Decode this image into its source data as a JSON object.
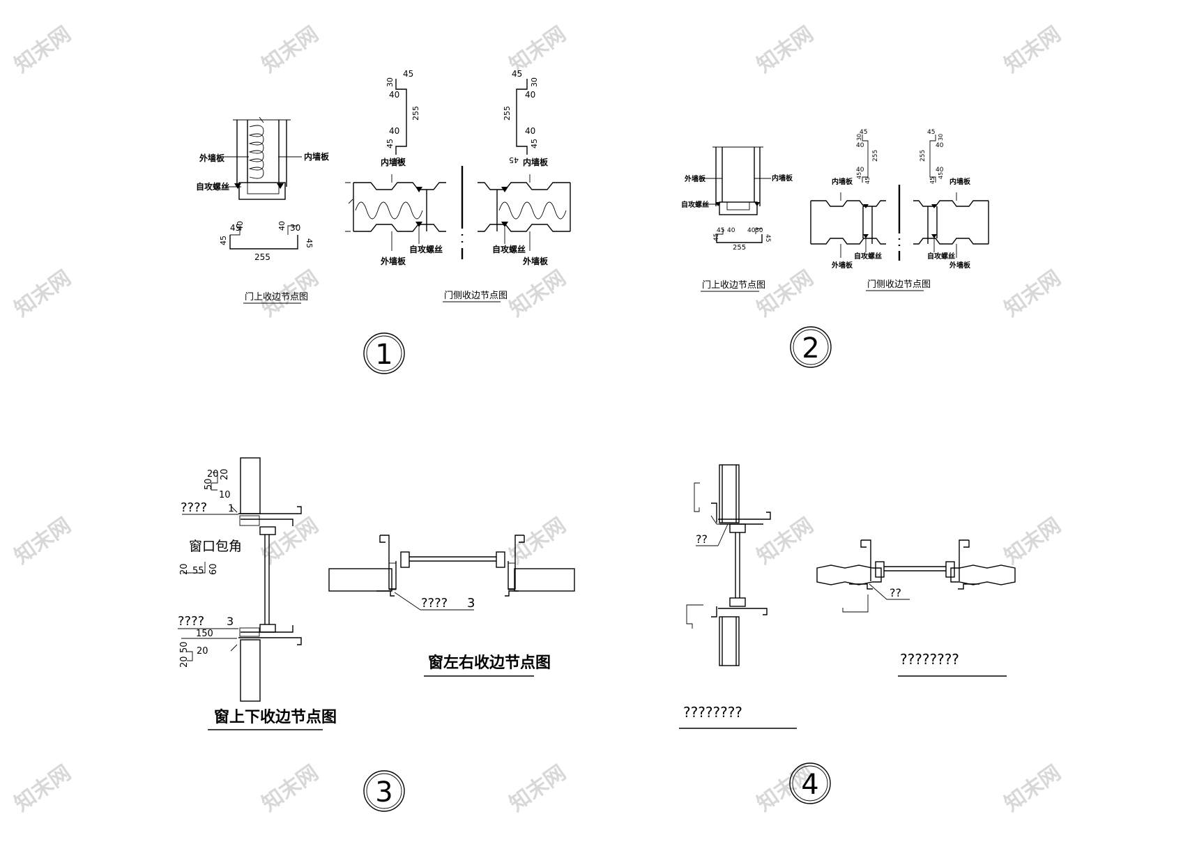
{
  "watermark": "知末网",
  "d1": {
    "number": "1",
    "top_detail_title": "门上收边节点图",
    "side_detail_title": "门侧收边节点图",
    "outer_panel": "外墙板",
    "inner_panel": "内墙板",
    "screw": "自攻螺丝",
    "dims_top": [
      "45",
      "40",
      "40",
      "30",
      "45",
      "45",
      "255"
    ],
    "dims_side_left": [
      "45",
      "30",
      "40",
      "255",
      "40",
      "45",
      "45"
    ],
    "dims_side_right": [
      "45",
      "30",
      "40",
      "255",
      "40",
      "45",
      "45"
    ]
  },
  "d2": {
    "number": "2",
    "top_detail_title": "门上收边节点图",
    "side_detail_title": "门侧收边节点图",
    "outer_panel": "外墙板",
    "inner_panel": "内墙板",
    "screw": "自攻螺丝",
    "dims_top": [
      "45",
      "40",
      "40",
      "30",
      "45",
      "45",
      "255"
    ],
    "dims_side_left": [
      "45",
      "30",
      "40",
      "255",
      "40",
      "45",
      "45"
    ],
    "dims_side_right": [
      "45",
      "30",
      "40",
      "255",
      "40",
      "45",
      "45"
    ]
  },
  "d3": {
    "number": "3",
    "updown_title": "窗上下收边节点图",
    "leftright_title": "窗左右收边节点图",
    "label_q1": "????",
    "label_q1_num": "1",
    "corner_wrap": "窗口包角",
    "label_q3": "????",
    "label_q3_num": "3",
    "label_q3_right": "????",
    "label_q3_right_num": "3",
    "dims_top": [
      "20",
      "20",
      "50",
      "10"
    ],
    "dims_mid": [
      "20",
      "55",
      "60"
    ],
    "dims_bottom": [
      "150",
      "50",
      "20",
      "20"
    ]
  },
  "d4": {
    "number": "4",
    "updown_title": "????????",
    "leftright_title": "????????",
    "label_left": "??",
    "label_right": "??"
  }
}
